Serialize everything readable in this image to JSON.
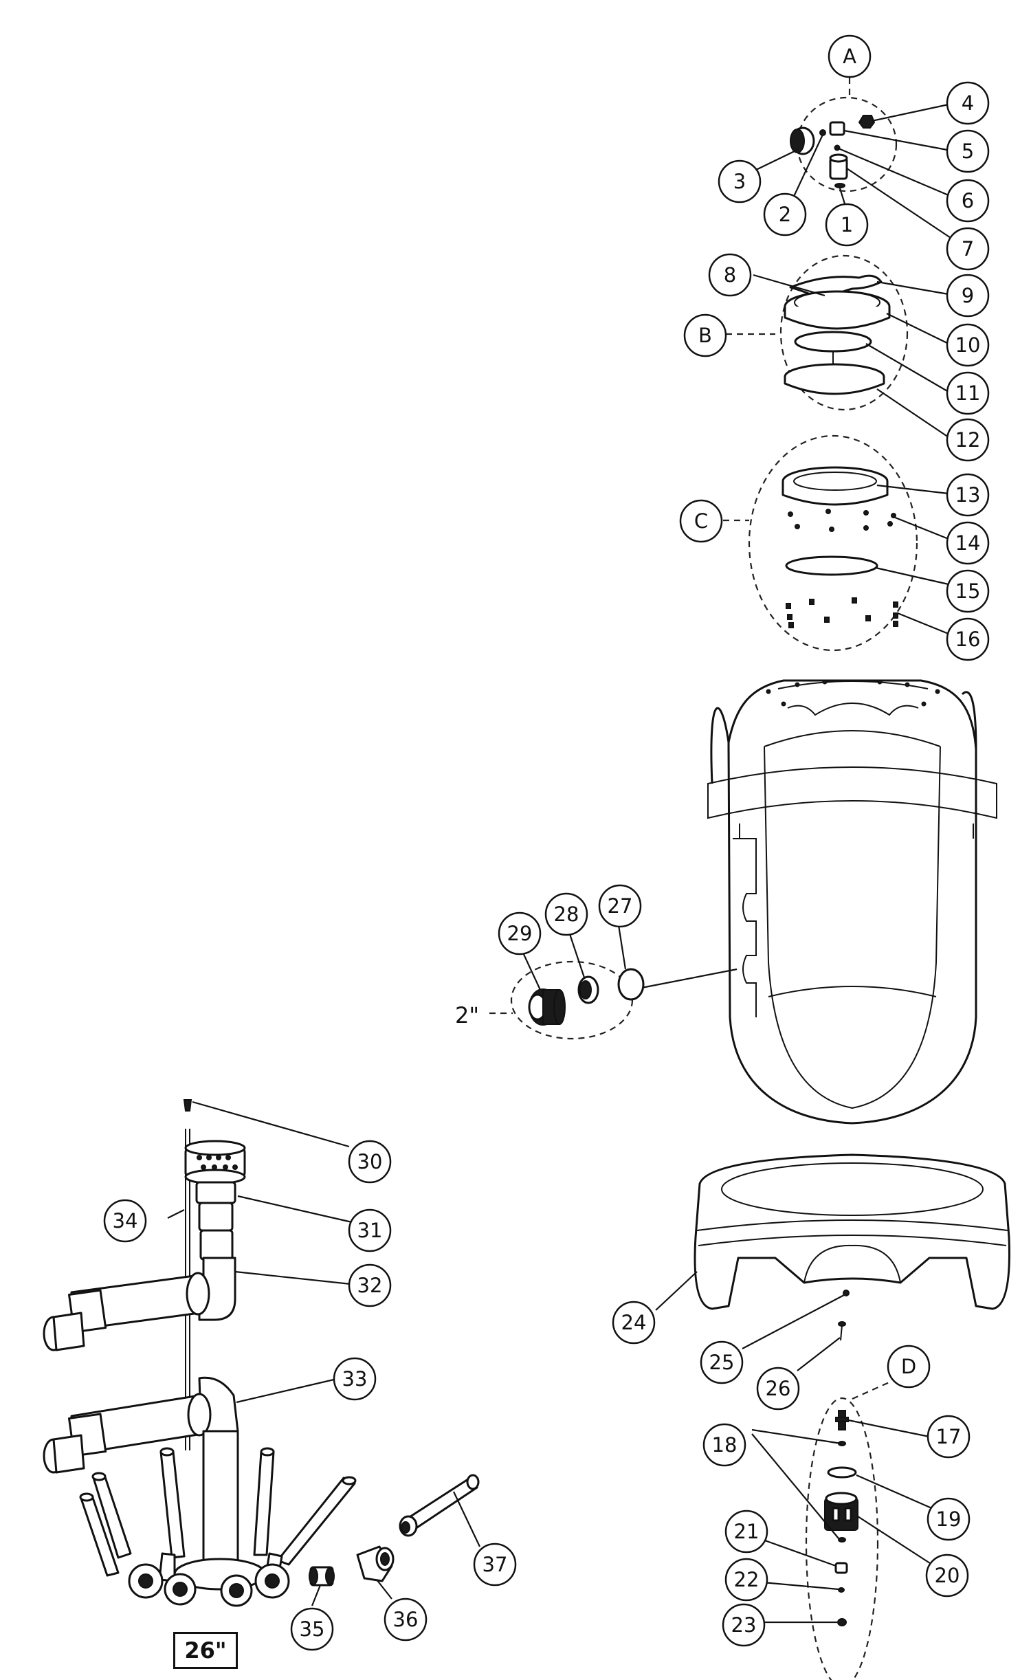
{
  "callouts": [
    "1",
    "2",
    "3",
    "4",
    "5",
    "6",
    "7",
    "8",
    "9",
    "10",
    "11",
    "12",
    "13",
    "14",
    "15",
    "16",
    "17",
    "18",
    "19",
    "20",
    "21",
    "22",
    "23",
    "24",
    "25",
    "26",
    "27",
    "28",
    "29",
    "30",
    "31",
    "32",
    "33",
    "34",
    "35",
    "36",
    "37"
  ],
  "groups": [
    "A",
    "B",
    "C",
    "D"
  ],
  "pipe_size_label": "2\"",
  "filter_size_label": "26\""
}
